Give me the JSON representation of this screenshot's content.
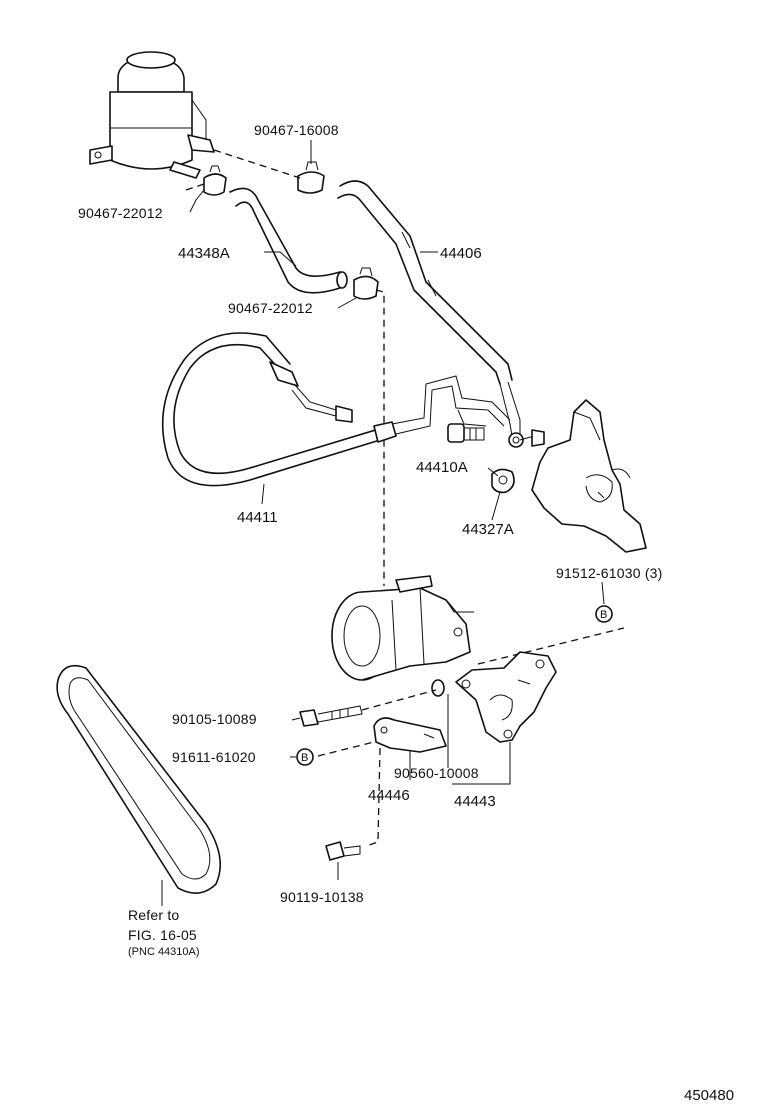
{
  "labels": {
    "clamp_top": "90467-16008",
    "clamp_left": "90467-22012",
    "hose_return": "44348A",
    "hose_supply": "44406",
    "clamp_lower": "90467-22012",
    "pressure_hose": "44411",
    "union_bolt": "44410A",
    "gasket": "44327A",
    "bolt_right": "91512-61030 (3)",
    "bolt_long": "90105-10089",
    "bolt_b": "91611-61020",
    "collar": "90560-10008",
    "bracket": "44443",
    "bracket_sub": "44446",
    "bolt_bottom": "90119-10138",
    "refer_line1": "Refer to",
    "refer_line2": "FIG. 16-05",
    "refer_line3": "(PNC 44310A)",
    "figure_number": "450480",
    "callout_b": "B"
  }
}
